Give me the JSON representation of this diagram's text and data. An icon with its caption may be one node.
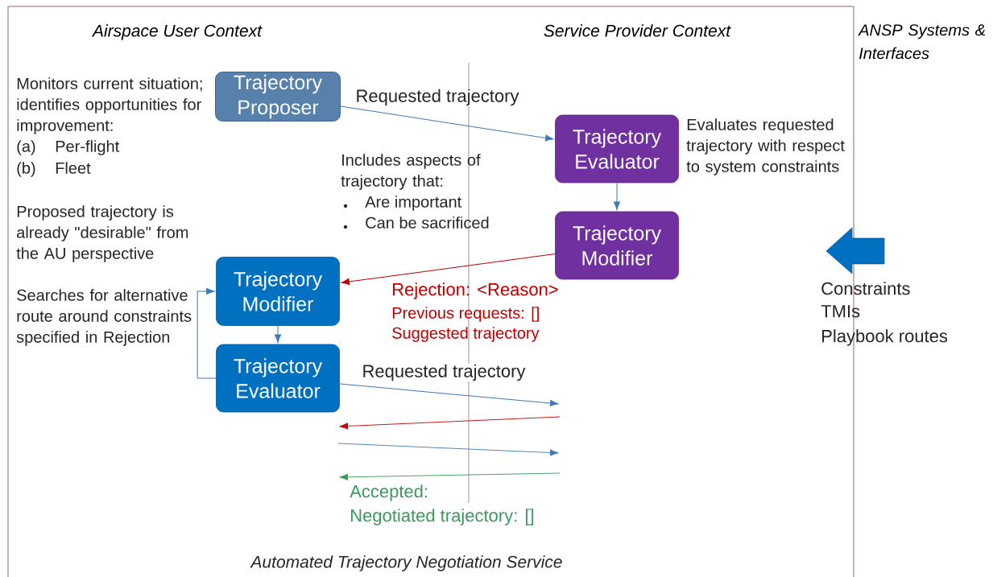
{
  "diagram": {
    "title": "Automated Trajectory Negotiation Service",
    "nodes": [
      {
        "text": [
          "Trajectory Proposer"
        ]
      },
      {
        "text": [
          "Trajectory Evaluator"
        ],
        "beside": [
          "Evaluates requested trajectory with respect to system constraints"
        ]
      },
      {
        "text": [
          "Trajectory Modifier"
        ]
      },
      {
        "text": [
          "Trajectory Modifier"
        ]
      },
      {
        "text": [
          "Trajectory Evaluator"
        ]
      }
    ],
    "edges": [
      {
        "from": 0,
        "to": 1,
        "arrow": "to",
        "label": "Requested trajectory"
      },
      {
        "from": 1,
        "to": 2,
        "arrow": "to"
      },
      {
        "from": 2,
        "to": 3,
        "arrow": "to",
        "color": "#c00000"
      },
      {
        "from": 3,
        "to": 4,
        "arrow": "to"
      },
      {
        "from": 4,
        "to": 3,
        "arrow": "to"
      },
      {
        "from": 4,
        "to": null,
        "arrow": "to",
        "label": "Requested trajectory"
      }
    ],
    "labels": [
      "Airspace User Context",
      "Service Provider Context",
      "ANSP Systems & Interfaces",
      "Monitors current situation; identifies opportunities for improvement:",
      "(a)",
      "Per-flight",
      "(b)",
      "Fleet",
      "Includes aspects of trajectory that:",
      "Are important",
      "Can be sacrificed",
      "Proposed trajectory is already \"desirable\" from the AU perspective",
      "Searches for alternative route around constraints specified in Rejection",
      "Rejection: <Reason>",
      "Previous requests: []",
      "Suggested trajectory",
      "Constraints",
      "TMIs",
      "Playbook routes",
      "Accepted:",
      "Negotiated trajectory: []"
    ]
  }
}
